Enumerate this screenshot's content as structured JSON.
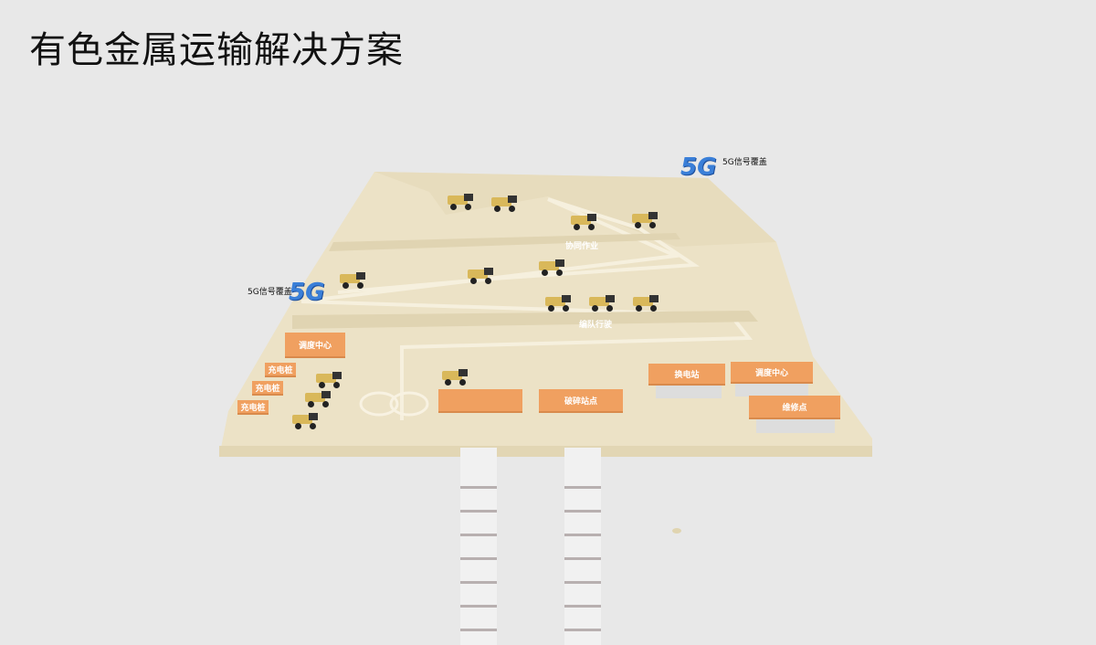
{
  "title": "有色金属运输解决方案",
  "labels": {
    "collab": "协同作业",
    "platoon": "编队行驶",
    "signal_left": "5G信号覆盖",
    "signal_right": "5G信号覆盖",
    "dispatch_left": "调度中心",
    "charger1": "充电桩",
    "charger2": "充电桩",
    "charger3": "充电桩",
    "crusher": "破碎站点",
    "swap_station": "换电站",
    "dispatch_right": "调度中心",
    "repair": "维修点",
    "g5_text": "5G"
  },
  "colors": {
    "background": "#e8e8e8",
    "terrain": "#ede3c8",
    "roof": "#f0a060",
    "signal": "#3a7fd8"
  }
}
